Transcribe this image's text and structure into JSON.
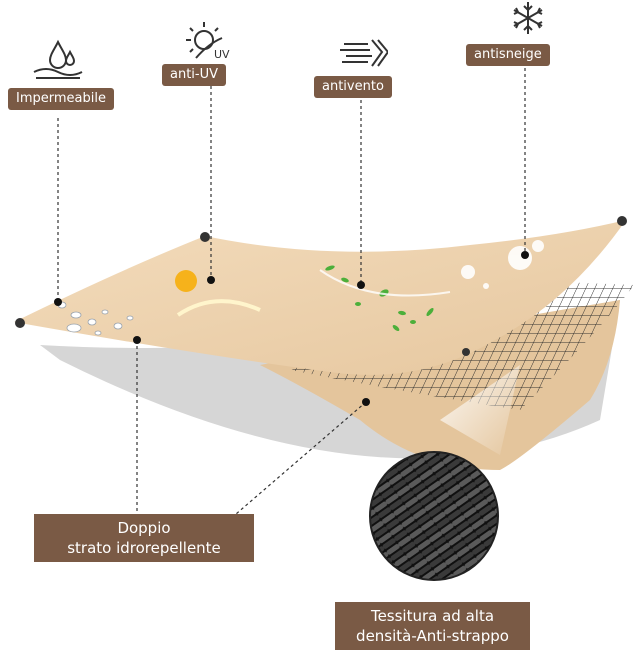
{
  "labels": {
    "impermeabile": "Impermeabile",
    "anti_uv": "anti-UV",
    "antivento": "antivento",
    "antisneige": "antisneige",
    "doppio_line1": "Doppio",
    "doppio_line2": "strato idrorepellente",
    "tessitura_line1": "Tessitura ad alta",
    "tessitura_line2": "densità-Anti-strappo"
  },
  "icons": {
    "water": "water-drop-icon",
    "sun_uv": "sun-uv-icon",
    "wind": "wind-icon",
    "snow": "snowflake-icon"
  },
  "icon_text": {
    "uv": "UV"
  },
  "colors": {
    "label_bg": "#7a5a45",
    "tarp": "#ecd2ad",
    "tarp_shadow": "#cfcfcf",
    "mesh": "#2a2a2a"
  }
}
